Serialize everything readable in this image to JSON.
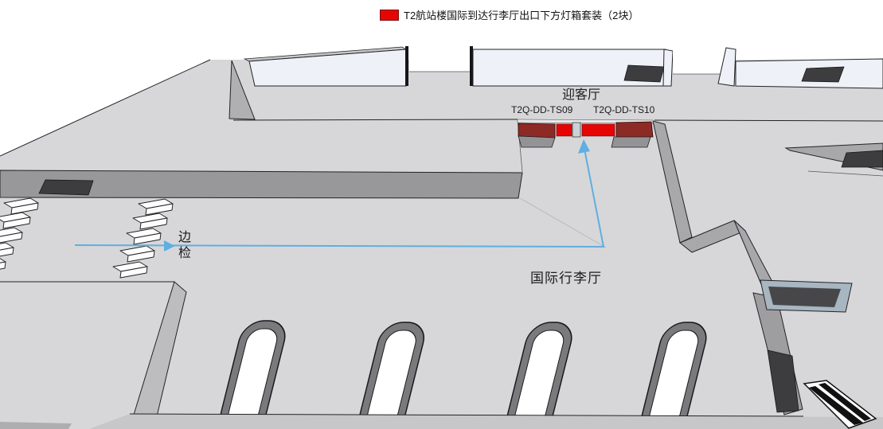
{
  "legend": {
    "label": "T2航站楼国际到达行李厅出口下方灯箱套装（2块）",
    "swatch_icon": "red-rectangle"
  },
  "scene": {
    "labels": {
      "welcome_hall": "迎客厅",
      "lightbox_left_id": "T2Q-DD-TS09",
      "lightbox_right_id": "T2Q-DD-TS10",
      "border_inspection": "边检",
      "intl_baggage_hall": "国际行李厅"
    },
    "lightbox_count": 2,
    "lightbox_ids": [
      "T2Q-DD-TS09",
      "T2Q-DD-TS10"
    ]
  },
  "colors": {
    "highlight_red": "#e60505",
    "dark_red": "#8e2a26",
    "path_blue": "#5fafe0",
    "floor": "#d7d7d9",
    "fascia": "#98989b",
    "fascia_bottom": "#c7c7c9",
    "band": "#a8a8ab",
    "wall_panel": "#eef1f8",
    "sign_dark": "#3d3d3f"
  }
}
